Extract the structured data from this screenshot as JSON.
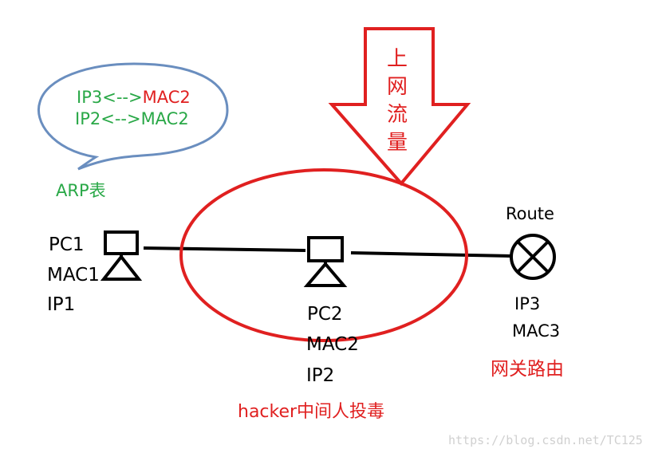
{
  "arp_bubble": {
    "line1_ip": "IP3<-->",
    "line1_mac": "MAC2",
    "line2": "IP2<-->MAC2",
    "caption": "ARP表"
  },
  "traffic_arrow": {
    "chars": [
      "上",
      "网",
      "流",
      "量"
    ]
  },
  "pc1": {
    "name": "PC1",
    "mac": "MAC1",
    "ip": "IP1"
  },
  "pc2": {
    "name": "PC2",
    "mac": "MAC2",
    "ip": "IP2"
  },
  "router": {
    "title": "Route",
    "ip": "IP3",
    "mac": "MAC3",
    "caption": "网关路由"
  },
  "mitm_caption": "hacker中间人投毒",
  "watermark": "https://blog.csdn.net/TC125",
  "colors": {
    "red": "#e02020",
    "green": "#29a847",
    "bubble": "#6a8ebf",
    "black": "#000000"
  }
}
